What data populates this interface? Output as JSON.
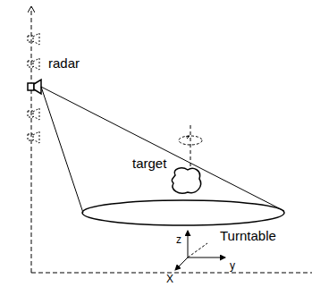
{
  "diagram": {
    "labels": [
      "radar",
      "target",
      "Turntable",
      "z",
      "y",
      "X"
    ]
  }
}
